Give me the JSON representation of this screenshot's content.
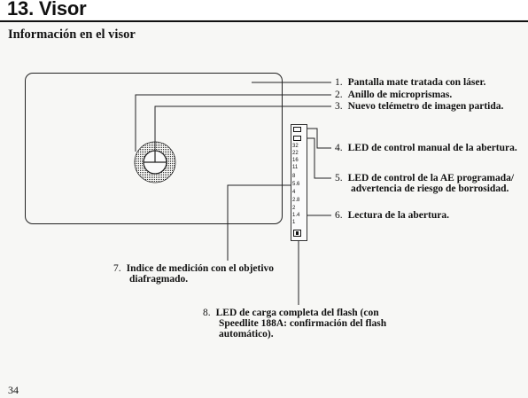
{
  "header": {
    "section_title": "13. Visor"
  },
  "subtitle": "Información en el visor",
  "page_number": "34",
  "scale": {
    "values": [
      "32",
      "22",
      "16",
      "11",
      "8",
      "5.6",
      "4",
      "2.8",
      "2",
      "1.4",
      "1"
    ]
  },
  "callouts": [
    {
      "num": "1.",
      "lines": [
        "Pantalla mate tratada con láser."
      ]
    },
    {
      "num": "2.",
      "lines": [
        "Anillo de microprismas."
      ]
    },
    {
      "num": "3.",
      "lines": [
        "Nuevo telémetro de imagen partida."
      ]
    },
    {
      "num": "4.",
      "lines": [
        "LED de control manual de la abertura."
      ]
    },
    {
      "num": "5.",
      "lines": [
        "LED de control de la AE programada/",
        "advertencia de riesgo de borrosidad."
      ]
    },
    {
      "num": "6.",
      "lines": [
        "Lectura de la abertura."
      ]
    },
    {
      "num": "7.",
      "lines": [
        "Indice de medición con el objetivo",
        "diafragmado."
      ]
    },
    {
      "num": "8.",
      "lines": [
        "LED de carga completa del flash (con",
        "Speedlite 188A: confirmación del flash",
        "automático)."
      ]
    }
  ]
}
